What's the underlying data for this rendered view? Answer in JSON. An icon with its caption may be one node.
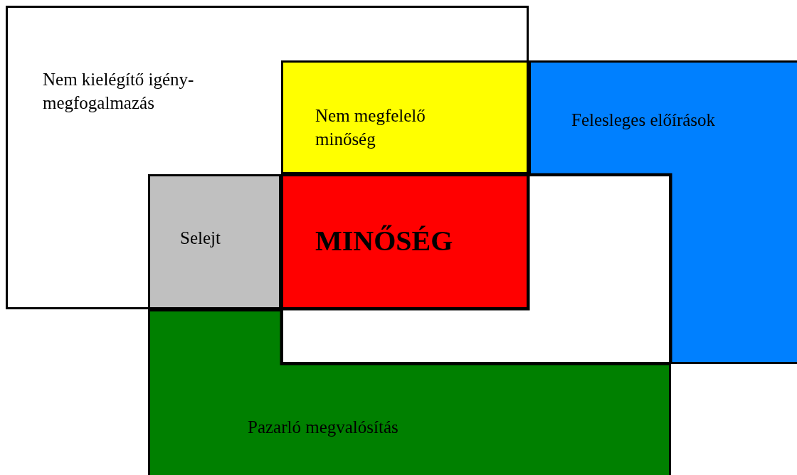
{
  "diagram": {
    "nodes": [
      {
        "text": [
          "Nem kielégítő igény-megfogalmazás"
        ]
      },
      {
        "text": [
          "Felesleges előírások"
        ]
      },
      {
        "text": [
          "Nem megfelelő minőség"
        ],
        "in": 0
      },
      {
        "text": [
          "Selejt"
        ],
        "in": 0
      },
      {
        "text": [
          "MINŐSÉG"
        ],
        "in": 0
      },
      {
        "text": [],
        "shape": "box"
      },
      {
        "text": [
          "Pazarló megvalósítás"
        ]
      }
    ]
  }
}
